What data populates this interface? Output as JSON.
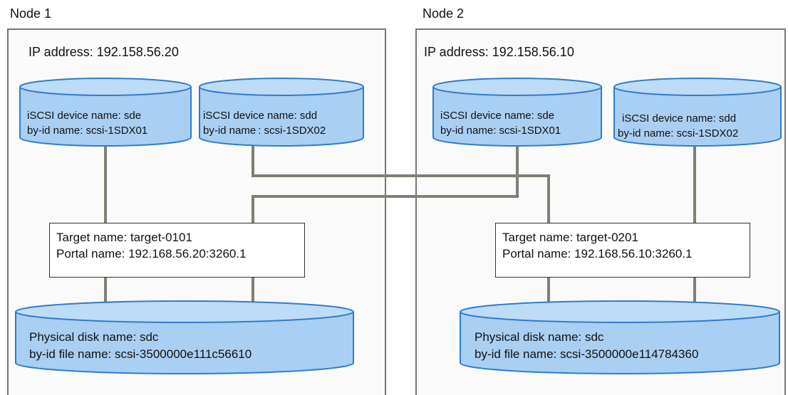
{
  "colors": {
    "disk_fill": "#a9cff3",
    "disk_top": "#bcdcf7",
    "disk_stroke": "#2f7dcc",
    "connector": "#7f7f73",
    "frame": "#777777"
  },
  "node1": {
    "title": "Node 1",
    "ip": "IP address: 192.158.56.20",
    "iscsi_disks": [
      {
        "device": "iSCSI device name: sde",
        "byid": "by-id name: scsi-1SDX01"
      },
      {
        "device": "iSCSI device name: sdd",
        "byid": "by-id name : scsi-1SDX02"
      }
    ],
    "target": {
      "name": "Target name: target-0101",
      "portal": "Portal name: 192.168.56.20:3260.1"
    },
    "physical_disk": {
      "name": "Physical disk name: sdc",
      "byid": "by-id file name: scsi-3500000e111c56610"
    }
  },
  "node2": {
    "title": "Node 2",
    "ip": "IP address: 192.158.56.10",
    "iscsi_disks": [
      {
        "device": "iSCSI device name: sde",
        "byid": "by-id name: scsi-1SDX01"
      },
      {
        "device": "iSCSI device name: sdd",
        "byid": "by-id name: scsi-1SDX02"
      }
    ],
    "target": {
      "name": "Target name: target-0201",
      "portal": "Portal name: 192.168.56.10:3260.1"
    },
    "physical_disk": {
      "name": "Physical disk name: sdc",
      "byid": "by-id file name: scsi-3500000e114784360"
    }
  }
}
